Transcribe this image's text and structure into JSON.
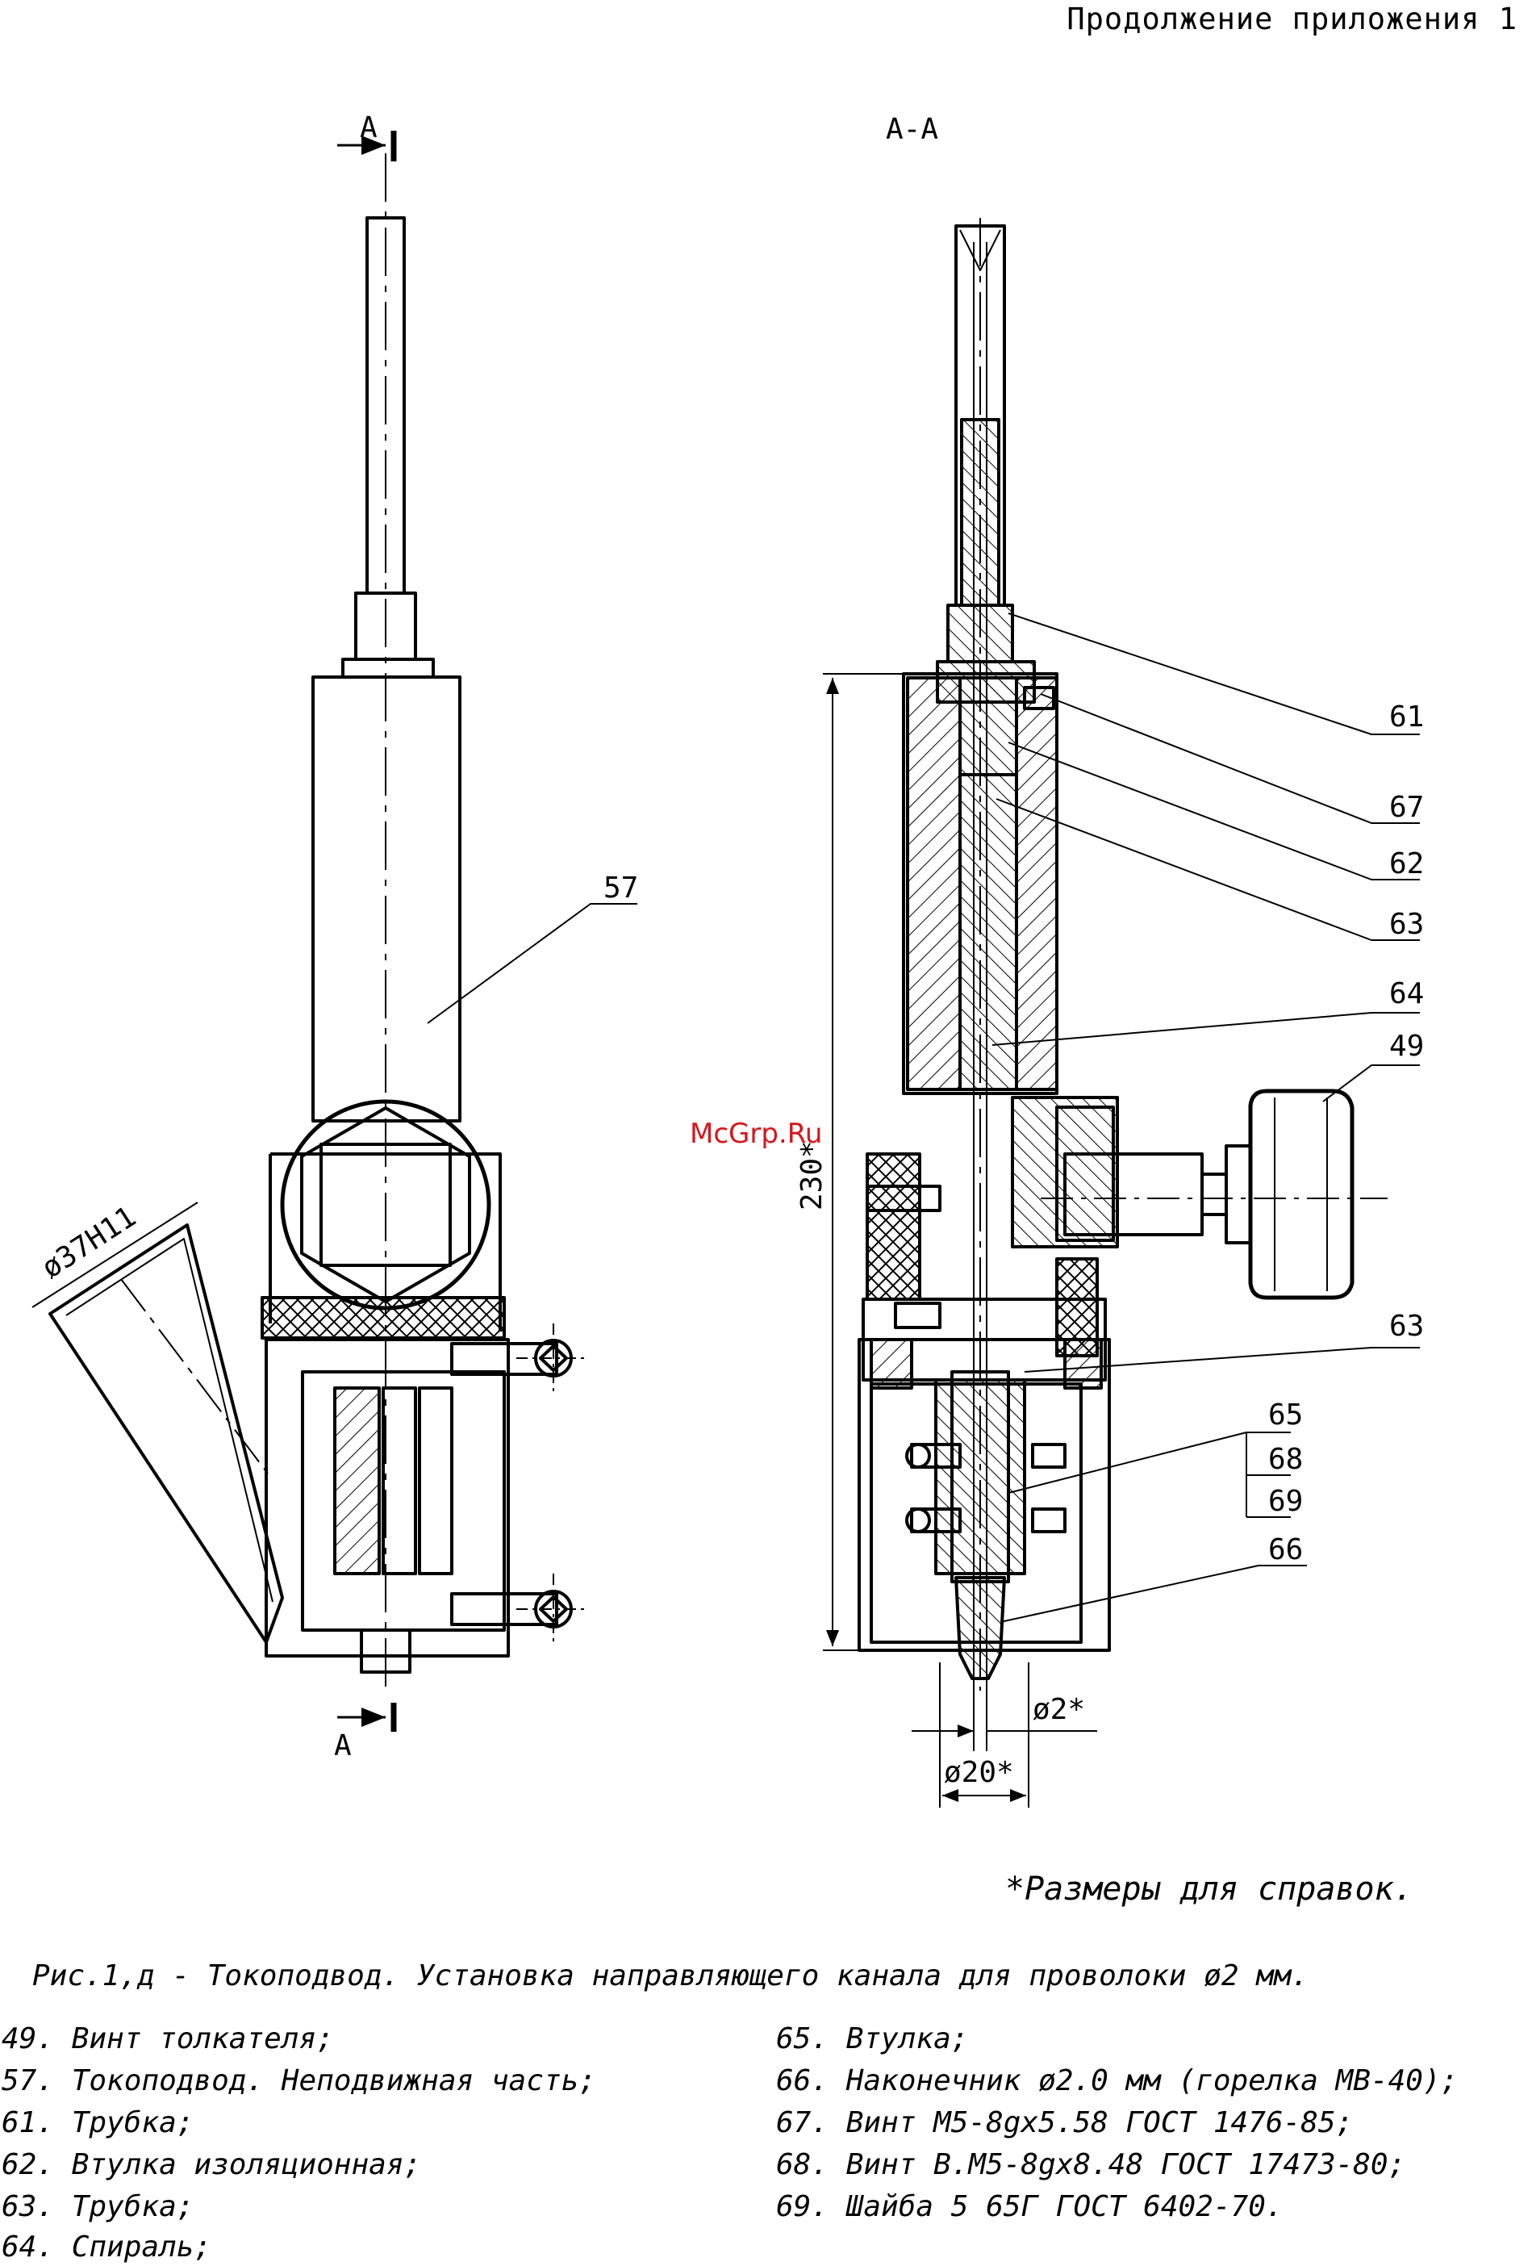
{
  "header": {
    "continuation": "Продолжение приложения 1"
  },
  "watermark": {
    "text": "McGrp.Ru"
  },
  "drawing": {
    "section_marks": {
      "a_top": "А",
      "a_bottom": "А",
      "section_title": "А-А"
    },
    "dimensions": {
      "height": "230*",
      "pipe_diameter": "ø37H11",
      "wire_diameter": "ø2*",
      "tip_diameter": "ø20*"
    },
    "callouts": [
      "57",
      "61",
      "67",
      "62",
      "63",
      "64",
      "49",
      "63",
      "65",
      "68",
      "69",
      "66"
    ]
  },
  "note": "*Размеры для справок.",
  "caption": "Рис.1,д - Токоподвод. Установка направляющего канала для проволоки ø2 мм.",
  "legend": {
    "left": [
      "49. Винт толкателя;",
      "57. Токоподвод. Неподвижная часть;",
      "61. Трубка;",
      "62. Втулка изоляционная;",
      "63. Трубка;",
      "64. Спираль;"
    ],
    "right": [
      "65. Втулка;",
      "66. Наконечник ø2.0 мм (горелка MB-40);",
      "67. Винт M5-8gx5.58 ГОСТ 1476-85;",
      "68. Винт B.M5-8gx8.48 ГОСТ 17473-80;",
      "69. Шайба 5 65Г ГОСТ 6402-70."
    ]
  }
}
